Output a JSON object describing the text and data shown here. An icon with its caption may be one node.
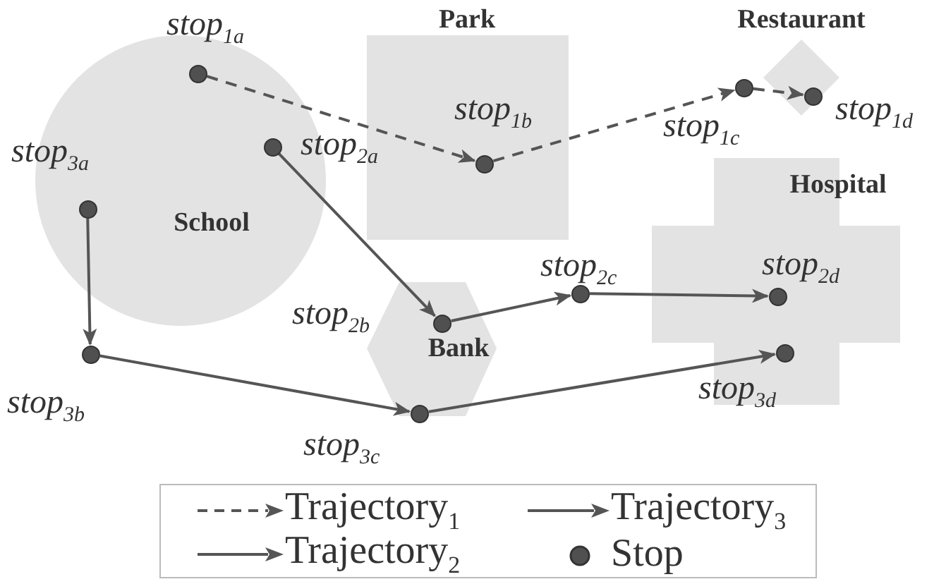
{
  "diagram": {
    "nodes": [
      {
        "text": [
          "School"
        ]
      },
      {
        "text": [],
        "shape": "circle",
        "in": 0,
        "beside": [
          "stop$_{1a}$"
        ]
      },
      {
        "text": [],
        "shape": "circle",
        "in": 0,
        "beside": [
          "stop$_{2a}$"
        ]
      },
      {
        "text": [],
        "shape": "circle",
        "in": 0,
        "beside": [
          "stop$_{3a}$"
        ]
      },
      {
        "text": [
          "Park"
        ]
      },
      {
        "text": [],
        "shape": "circle",
        "in": 4,
        "beside": [
          "stop$_{1b}$"
        ]
      },
      {
        "text": [
          "Restaurant"
        ]
      },
      {
        "text": [],
        "shape": "circle",
        "in": 6,
        "beside": [
          "stop$_{1d}$"
        ]
      },
      {
        "text": [],
        "shape": "circle",
        "beside": [
          "stop$_{1c}$"
        ]
      },
      {
        "text": [
          "Hospital"
        ]
      },
      {
        "text": [],
        "shape": "circle",
        "in": 9,
        "beside": [
          "stop$_{2d}$"
        ]
      },
      {
        "text": [],
        "shape": "circle",
        "in": 9,
        "beside": [
          "stop$_{3d}$"
        ]
      },
      {
        "text": [
          "Bank"
        ]
      },
      {
        "text": [],
        "shape": "circle",
        "in": 12,
        "beside": [
          "stop$_{2b}$"
        ]
      },
      {
        "text": [],
        "shape": "circle",
        "in": 12,
        "beside": [
          "stop$_{3c}$"
        ]
      },
      {
        "text": [],
        "shape": "circle",
        "beside": [
          "stop$_{2c}$"
        ]
      },
      {
        "text": [],
        "shape": "circle",
        "beside": [
          "stop$_{3b}$"
        ]
      }
    ],
    "edges": [
      {
        "from": 1,
        "to": 5,
        "arrow": "to",
        "style": "dashed"
      },
      {
        "from": 5,
        "to": 8,
        "arrow": "to",
        "style": "dashed"
      },
      {
        "from": 8,
        "to": 7,
        "arrow": "to",
        "style": "dashed"
      },
      {
        "from": 2,
        "to": 13,
        "arrow": "to"
      },
      {
        "from": 13,
        "to": 15,
        "arrow": "to"
      },
      {
        "from": 15,
        "to": 10,
        "arrow": "to"
      },
      {
        "from": 3,
        "to": 16,
        "arrow": "to"
      },
      {
        "from": 16,
        "to": 14,
        "arrow": "to"
      },
      {
        "from": 14,
        "to": 11,
        "arrow": "to"
      }
    ],
    "legend": [
      {
        "text": "Trajectory$_{1}$"
      },
      {
        "text": "Trajectory$_{3}$"
      },
      {
        "text": "Trajectory$_{2}$"
      },
      {
        "text": "Stop"
      }
    ]
  }
}
